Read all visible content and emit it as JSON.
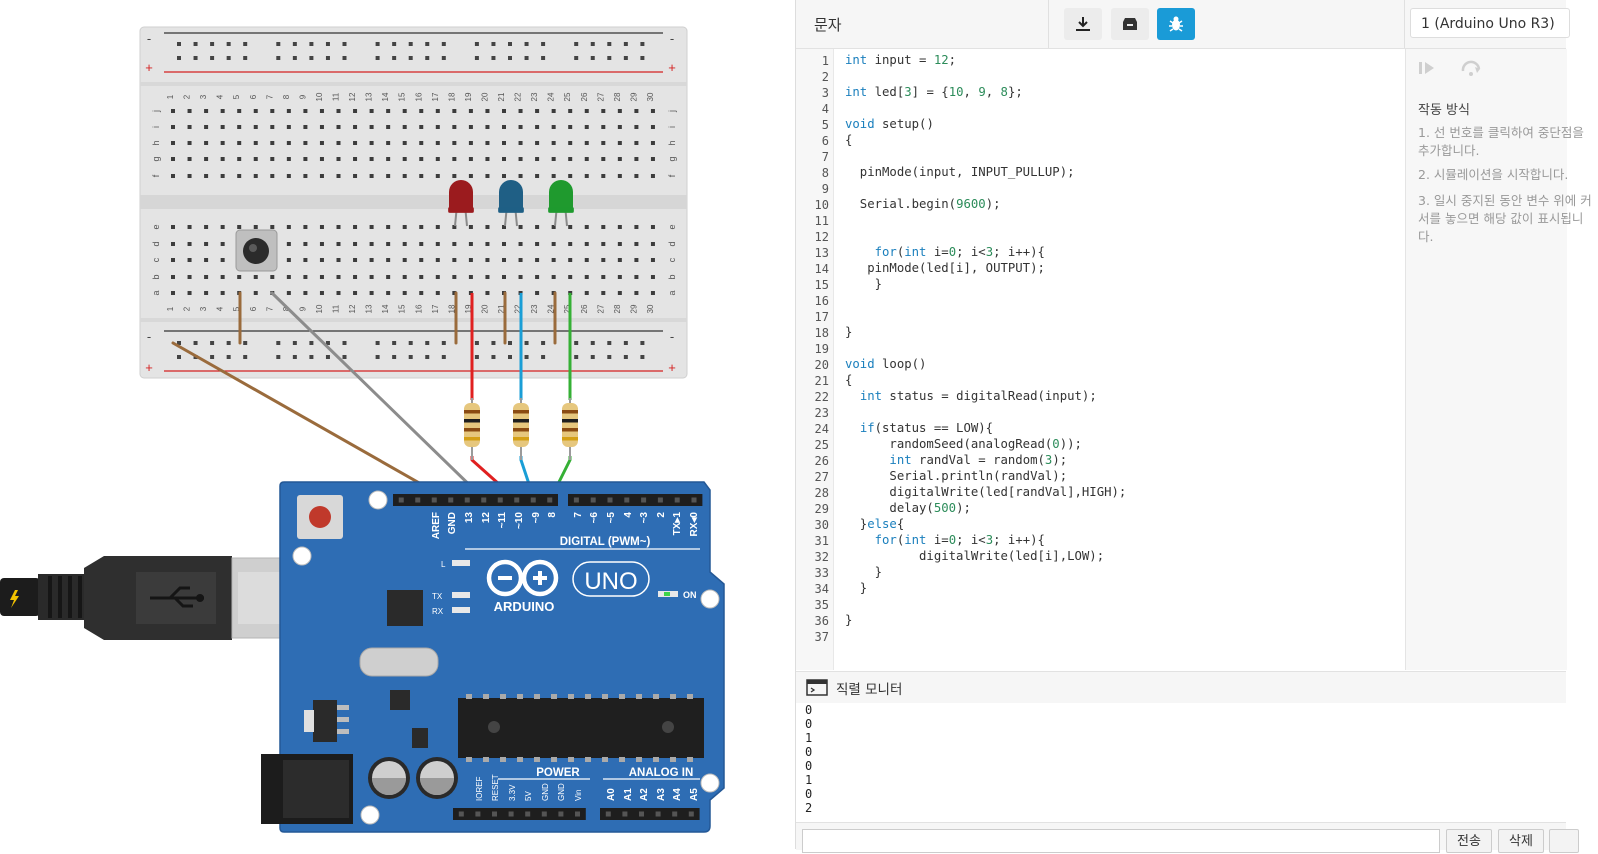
{
  "toolbar": {
    "mode_label": "문자",
    "download_label": "download",
    "library_label": "library",
    "debug_label": "debugger",
    "device": "1 (Arduino Uno R3)",
    "accent": "#1a9bd7"
  },
  "code": {
    "line_numbers": [
      "1",
      "2",
      "3",
      "4",
      "5",
      "6",
      "7",
      "8",
      "9",
      "10",
      "11",
      "12",
      "13",
      "14",
      "15",
      "16",
      "17",
      "18",
      "19",
      "20",
      "21",
      "22",
      "23",
      "24",
      "25",
      "26",
      "27",
      "28",
      "29",
      "30",
      "31",
      "32",
      "33",
      "34",
      "35",
      "36",
      "37"
    ],
    "lines": [
      "int input = 12;",
      "",
      "int led[3] = {10, 9, 8};",
      "",
      "void setup()",
      "{",
      "",
      "  pinMode(input, INPUT_PULLUP);",
      "",
      "  Serial.begin(9600);",
      "",
      "",
      "    for(int i=0; i<3; i++){",
      "   pinMode(led[i], OUTPUT);",
      "    }",
      "",
      "",
      "}",
      "",
      "void loop()",
      "{",
      "  int status = digitalRead(input);",
      "",
      "  if(status == LOW){",
      "      randomSeed(analogRead(0));",
      "      int randVal = random(3);",
      "      Serial.println(randVal);",
      "      digitalWrite(led[randVal],HIGH);",
      "      delay(500);",
      "  }else{",
      "    for(int i=0; i<3; i++){",
      "          digitalWrite(led[i],LOW);",
      "    }",
      "  }",
      "",
      "}",
      ""
    ]
  },
  "debugger": {
    "title": "작동 방식",
    "steps": [
      "1. 선 번호를 클릭하여 중단점을 추가합니다.",
      "2. 시뮬레이션을 시작합니다.",
      "3. 일시 중지된 동안 변수 위에 커서를 놓으면 해당 값이 표시됩니다."
    ]
  },
  "serial_monitor": {
    "title": "직렬 모니터",
    "output": [
      "0",
      "0",
      "1",
      "0",
      "0",
      "1",
      "0",
      "2"
    ],
    "send_label": "전송",
    "clear_label": "삭제"
  },
  "circuit": {
    "breadboard_cols": [
      "1",
      "2",
      "3",
      "4",
      "5",
      "6",
      "7",
      "8",
      "9",
      "10",
      "11",
      "12",
      "13",
      "14",
      "15",
      "16",
      "17",
      "18",
      "19",
      "20",
      "21",
      "22",
      "23",
      "24",
      "25",
      "26",
      "27",
      "28",
      "29",
      "30"
    ],
    "rows_top": [
      "j",
      "i",
      "h",
      "g",
      "f"
    ],
    "rows_bottom": [
      "e",
      "d",
      "c",
      "b",
      "a"
    ],
    "rail_minus": "-",
    "rail_plus": "+",
    "board_brand": "ARDUINO",
    "board_model": "UNO",
    "digital_label": "DIGITAL (PWM~)",
    "power_label": "POWER",
    "analog_label": "ANALOG IN",
    "on_label": "ON",
    "l_label": "L",
    "tx_label": "TX",
    "rx_label": "RX",
    "digital_pins": [
      "AREF",
      "GND",
      "13",
      "12",
      "~11",
      "~10",
      "~9",
      "8",
      "7",
      "~6",
      "~5",
      "4",
      "~3",
      "2",
      "TX▸1",
      "RX◂0"
    ],
    "power_pins": [
      "IOREF",
      "RESET",
      "3.3V",
      "5V",
      "GND",
      "GND",
      "Vin"
    ],
    "analog_pins": [
      "A0",
      "A1",
      "A2",
      "A3",
      "A4",
      "A5"
    ],
    "led_colors": [
      "#9b1b1e",
      "#1f5f85",
      "#1f9a2e"
    ],
    "wire_colors": [
      "#e02020",
      "#1a9ed6",
      "#35b035",
      "#9a6b3c",
      "#8c8c8c"
    ],
    "board_color": "#2e6db4"
  }
}
